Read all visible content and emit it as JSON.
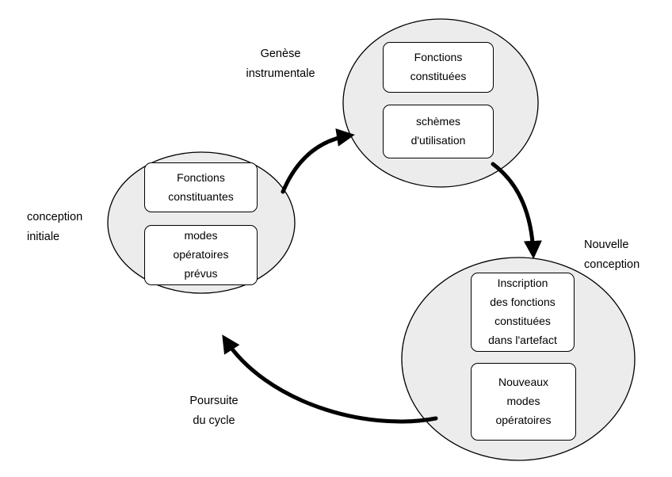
{
  "colors": {
    "background": "#ffffff",
    "ellipse_fill": "#ececec",
    "ellipse_stroke": "#000000",
    "box_fill": "#ffffff",
    "box_stroke": "#000000",
    "arrow": "#000000",
    "text": "#000000"
  },
  "stages": {
    "initial_conception": {
      "label": "conception\ninitiale",
      "boxes": [
        "Fonctions\nconstituantes",
        "modes\nopératoires\nprévus"
      ]
    },
    "instrumental_genesis": {
      "label": "Genèse\ninstrumentale",
      "boxes": [
        "Fonctions\nconstituées",
        "schèmes\nd'utilisation"
      ]
    },
    "new_conception": {
      "label": "Nouvelle\nconception",
      "boxes": [
        "Inscription\ndes fonctions\nconstituées\ndans l'artefact",
        "Nouveaux\nmodes\nopératoires"
      ]
    },
    "cycle": {
      "label": "Poursuite\ndu cycle"
    }
  }
}
